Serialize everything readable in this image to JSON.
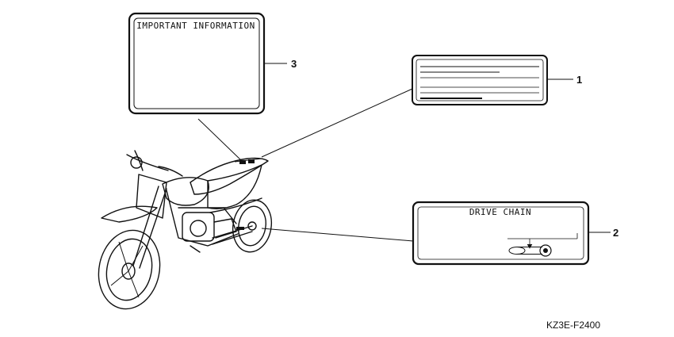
{
  "labels": {
    "important": {
      "title": "IMPORTANT INFORMATION",
      "callout": "3"
    },
    "generic": {
      "callout": "1"
    },
    "drive_chain": {
      "title": "DRIVE CHAIN",
      "callout": "2"
    }
  },
  "diagram_code": "KZ3E-F2400"
}
